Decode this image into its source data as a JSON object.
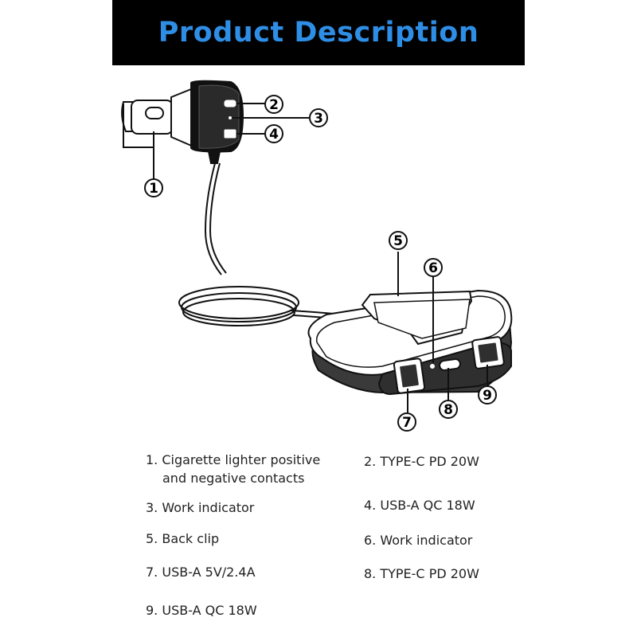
{
  "header": {
    "title": "Product Description"
  },
  "callouts": {
    "c1": "1",
    "c2": "2",
    "c3": "3",
    "c4": "4",
    "c5": "5",
    "c6": "6",
    "c7": "7",
    "c8": "8",
    "c9": "9"
  },
  "descriptions": {
    "d1_line1": "1. Cigarette lighter positive",
    "d1_line2": "and negative contacts",
    "d2": "2. TYPE-C PD 20W",
    "d3": "3. Work indicator",
    "d4": "4. USB-A QC 18W",
    "d5": "5. Back clip",
    "d6": "6. Work indicator",
    "d7": "7. USB-A 5V/2.4A",
    "d8": "8. TYPE-C PD 20W",
    "d9": "9. USB-A QC 18W"
  },
  "colors": {
    "header_bg": "#000000",
    "header_text": "#2e8ee6"
  },
  "icons": {
    "car_charger": "car-charger-icon",
    "hub": "usb-hub-icon",
    "cable": "coiled-cable-icon"
  }
}
